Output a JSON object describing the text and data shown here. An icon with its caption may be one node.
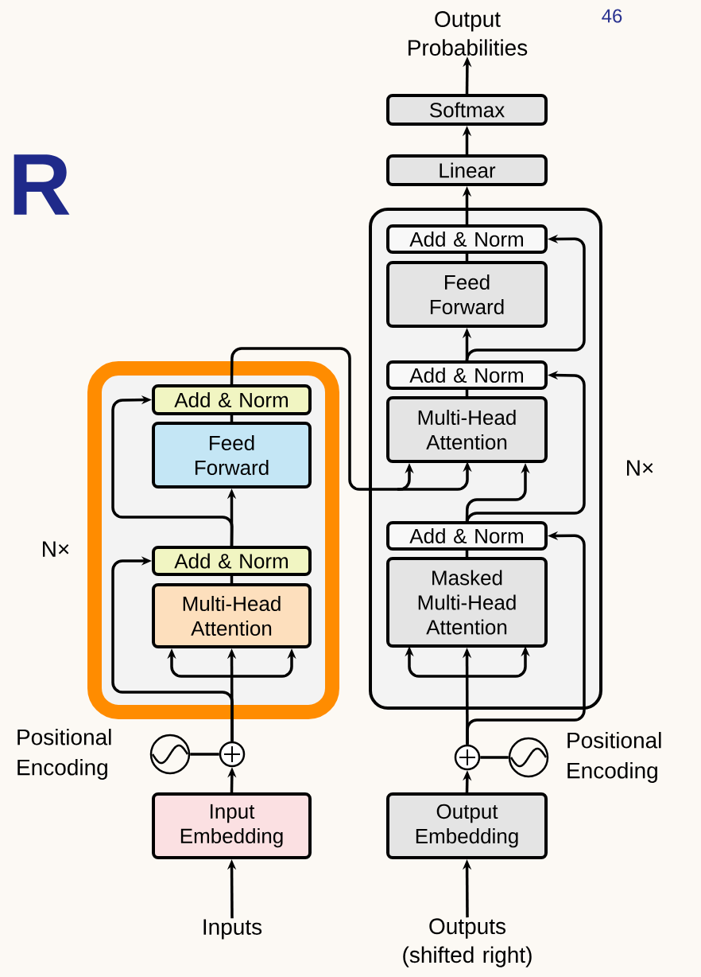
{
  "diagram": {
    "nodes": [
      {
        "text": [],
        "shape": "box",
        "beside": [
          "N×"
        ]
      },
      {
        "text": [
          "Add & Norm"
        ],
        "in": 0
      },
      {
        "text": [
          "Feed Forward"
        ],
        "in": 0
      },
      {
        "text": [
          "Add & Norm"
        ],
        "in": 0
      },
      {
        "text": [
          "Multi-Head Attention"
        ],
        "in": 0
      },
      {
        "text": [],
        "shape": "box",
        "beside": [
          "N×"
        ]
      },
      {
        "text": [
          "Add & Norm"
        ],
        "in": 5
      },
      {
        "text": [
          "Feed Forward"
        ],
        "in": 5
      },
      {
        "text": [
          "Add & Norm"
        ],
        "in": 5
      },
      {
        "text": [
          "Multi-Head Attention"
        ],
        "in": 5
      },
      {
        "text": [
          "Add & Norm"
        ],
        "in": 5
      },
      {
        "text": [
          "Masked Multi-Head Attention"
        ],
        "in": 5
      },
      {
        "text": [
          "Linear"
        ]
      },
      {
        "text": [
          "Softmax"
        ]
      },
      {
        "text": [
          "Output Probabilities"
        ]
      },
      {
        "text": [],
        "shape": "circle"
      },
      {
        "text": [],
        "shape": "circle",
        "beside": [
          "Positional Encoding"
        ]
      },
      {
        "text": [],
        "shape": "circle"
      },
      {
        "text": [],
        "shape": "circle",
        "beside": [
          "Positional Encoding"
        ]
      },
      {
        "text": [
          "Input Embedding"
        ]
      },
      {
        "text": [
          "Output Embedding"
        ]
      },
      {
        "text": [
          "Inputs"
        ]
      },
      {
        "text": [
          "Outputs (shifted right)"
        ]
      }
    ],
    "edges": [
      {
        "from": 21,
        "to": 19,
        "arrow": "to"
      },
      {
        "from": 19,
        "to": 15,
        "arrow": "to"
      },
      {
        "from": 16,
        "to": 15,
        "arrow": "none"
      },
      {
        "from": 15,
        "to": 4,
        "arrow": "to"
      },
      {
        "from": 15,
        "to": 3,
        "arrow": "to"
      },
      {
        "from": 4,
        "to": 3,
        "arrow": "none"
      },
      {
        "from": 3,
        "to": 2,
        "arrow": "to"
      },
      {
        "from": 3,
        "to": 1,
        "arrow": "to"
      },
      {
        "from": 2,
        "to": 1,
        "arrow": "none"
      },
      {
        "from": 1,
        "to": 9,
        "arrow": "to"
      },
      {
        "from": 22,
        "to": 20,
        "arrow": "to"
      },
      {
        "from": 20,
        "to": 17,
        "arrow": "to"
      },
      {
        "from": 18,
        "to": 17,
        "arrow": "none"
      },
      {
        "from": 17,
        "to": 11,
        "arrow": "to"
      },
      {
        "from": 17,
        "to": 10,
        "arrow": "to"
      },
      {
        "from": 11,
        "to": 10,
        "arrow": "none"
      },
      {
        "from": 10,
        "to": 9,
        "arrow": "to"
      },
      {
        "from": 10,
        "to": 8,
        "arrow": "to"
      },
      {
        "from": 9,
        "to": 8,
        "arrow": "none"
      },
      {
        "from": 8,
        "to": 7,
        "arrow": "to"
      },
      {
        "from": 8,
        "to": 6,
        "arrow": "to"
      },
      {
        "from": 7,
        "to": 6,
        "arrow": "none"
      },
      {
        "from": 6,
        "to": 12,
        "arrow": "to"
      },
      {
        "from": 12,
        "to": 13,
        "arrow": "to"
      },
      {
        "from": 13,
        "to": 14,
        "arrow": "to"
      }
    ],
    "labels": [
      "46",
      "R"
    ]
  }
}
